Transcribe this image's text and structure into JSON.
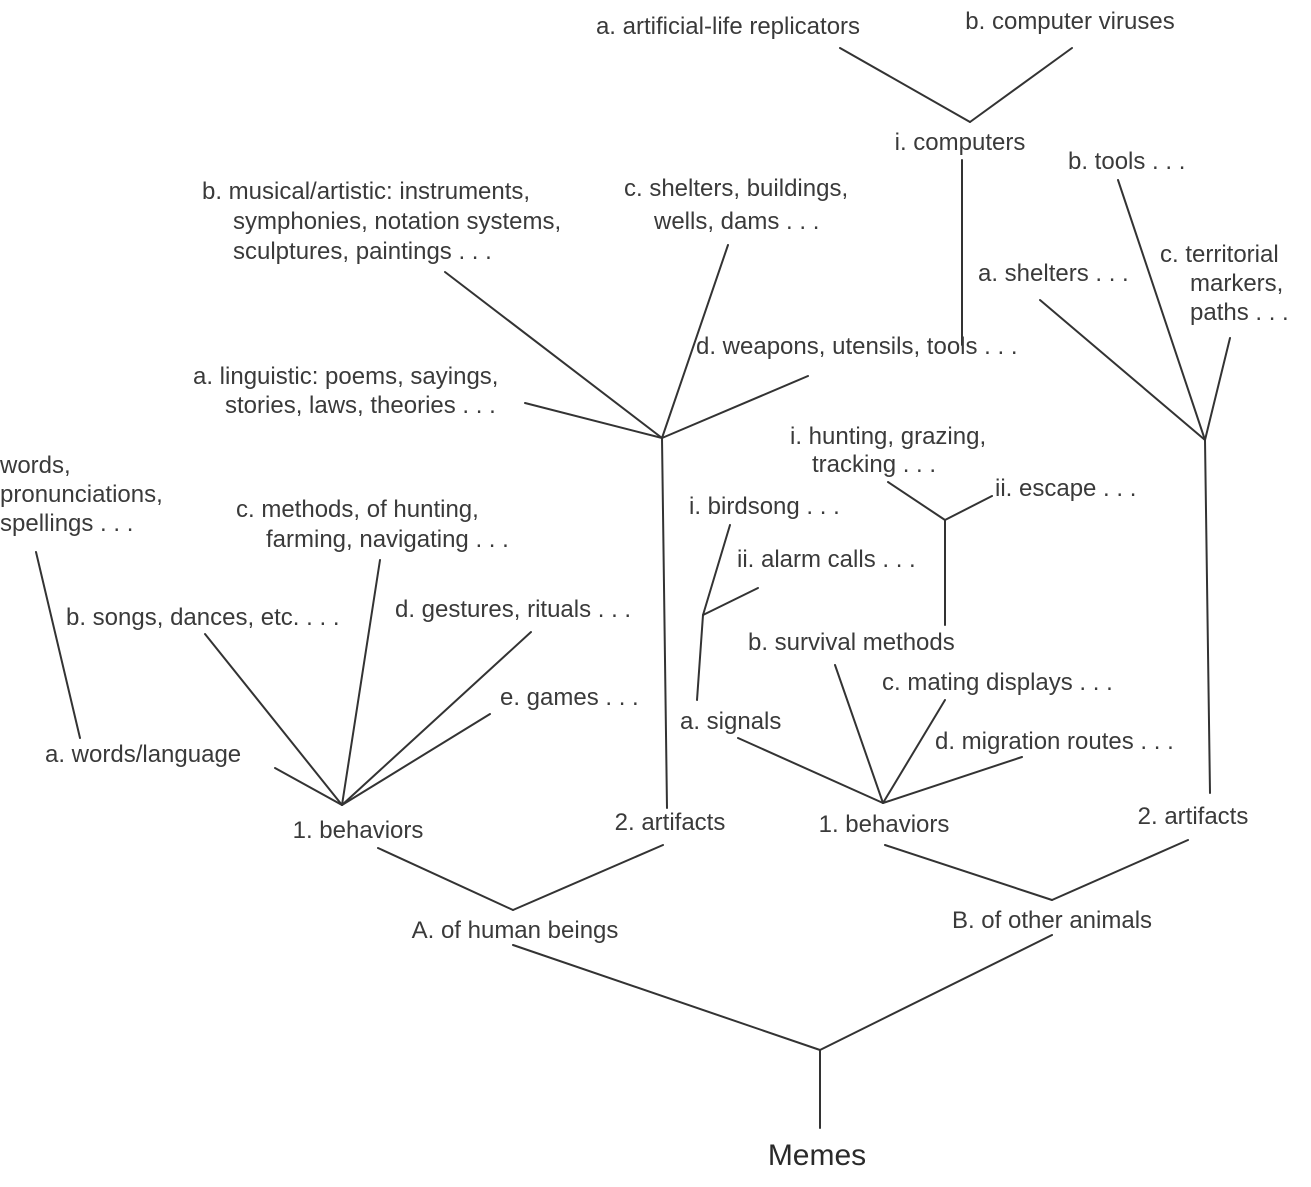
{
  "tree": {
    "root": "Memes",
    "human": {
      "label": "A. of human beings",
      "behaviors": {
        "label": "1. behaviors",
        "words": {
          "label": "a. words/language",
          "detail": [
            "words,",
            "pronunciations,",
            "spellings . . ."
          ]
        },
        "songs": "b. songs, dances, etc. . . .",
        "methods": [
          "c.  methods, of hunting,",
          "farming, navigating . . ."
        ],
        "gestures": "d. gestures, rituals . . .",
        "games": "e. games . . ."
      },
      "artifacts": {
        "label": "2. artifacts",
        "linguistic": [
          "a.  linguistic: poems, sayings,",
          "stories, laws, theories . . ."
        ],
        "musical": [
          "b.  musical/artistic: instruments,",
          "symphonies, notation systems,",
          "sculptures, paintings . . ."
        ],
        "shelters": [
          "c.  shelters, buildings,",
          "wells, dams . . ."
        ],
        "weapons": "d. weapons, utensils, tools . . .",
        "computers": {
          "label": "i. computers",
          "alife": "a. artificial-life replicators",
          "viruses": "b. computer viruses"
        }
      }
    },
    "animals": {
      "label": "B. of other animals",
      "behaviors": {
        "label": "1. behaviors",
        "signals": {
          "label": "a. signals",
          "birdsong": "i. birdsong . . .",
          "alarm": "ii. alarm calls . . ."
        },
        "survival": {
          "label": "b. survival methods",
          "hunting": [
            "i.  hunting, grazing,",
            "tracking . . ."
          ],
          "escape": "ii. escape . . ."
        },
        "mating": "c. mating displays . . .",
        "migration": "d. migration routes . . ."
      },
      "artifacts": {
        "label": "2. artifacts",
        "shelters": "a. shelters . . .",
        "tools": "b. tools . . .",
        "territorial": [
          "c.  territorial",
          "markers,",
          "paths . . ."
        ]
      }
    }
  }
}
